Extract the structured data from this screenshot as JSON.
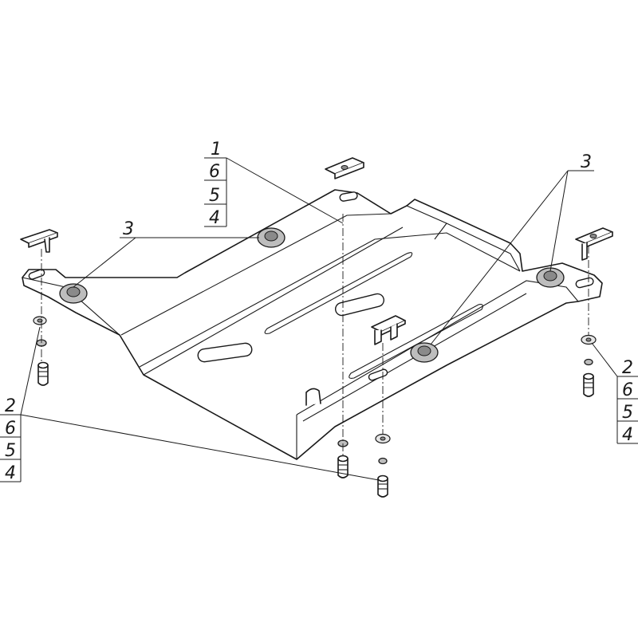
{
  "callouts": {
    "center_stack": [
      "1",
      "6",
      "5",
      "4"
    ],
    "left_stack": [
      "2",
      "6",
      "5",
      "4"
    ],
    "right_stack": [
      "2",
      "6",
      "5",
      "4"
    ],
    "grommet_left": "3",
    "grommet_right": "3"
  },
  "colors": {
    "line": "#1a1a1a",
    "grommet": "#bdbdbd",
    "background": "#ffffff"
  }
}
